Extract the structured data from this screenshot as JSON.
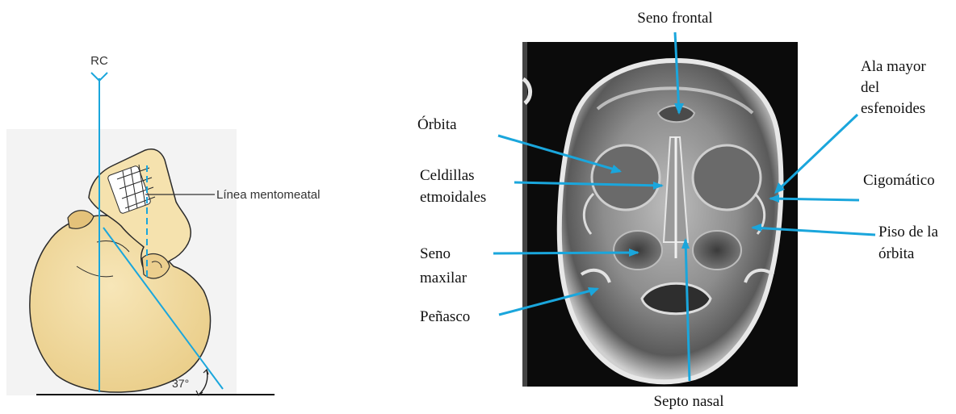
{
  "left_diagram": {
    "central_ray_label": "RC",
    "mentomeatal_line_label": "Línea mentomeatal",
    "angle_label": "37°"
  },
  "xray_labels": {
    "seno_frontal": "Seno frontal",
    "ala_mayor_line1": "Ala mayor",
    "ala_mayor_line2": "del",
    "ala_mayor_line3": "esfenoides",
    "orbita": "Órbita",
    "celdillas_line1": "Celdillas",
    "celdillas_line2": "etmoidales",
    "cigomatico": "Cigomático",
    "piso_line1": "Piso de la",
    "piso_line2": "órbita",
    "seno_maxilar_line1": "Seno",
    "seno_maxilar_line2": "maxilar",
    "penasco": "Peñasco",
    "septo_nasal": "Septo nasal"
  },
  "colors": {
    "pointer": "#1aa6dc",
    "skull_fill": "#f2dca3",
    "skull_stroke": "#2b2b2b",
    "xray_bg": "#0b0b0b"
  }
}
